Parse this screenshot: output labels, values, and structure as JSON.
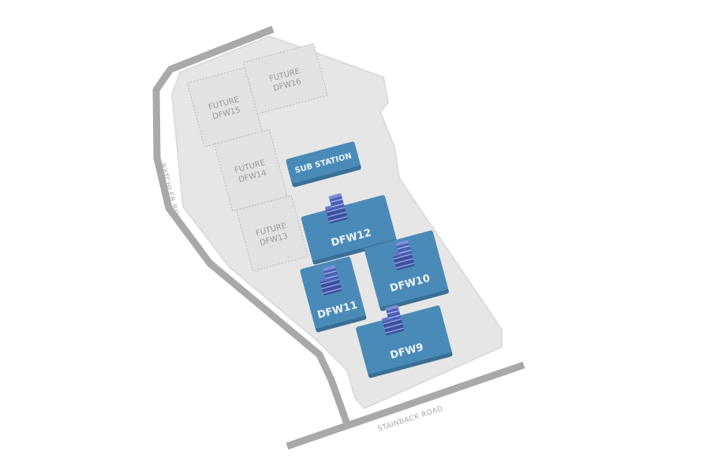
{
  "roads": {
    "west": "BATCHLER ROAD",
    "south": "STAINBACK ROAD"
  },
  "future_buildings": [
    {
      "line1": "FUTURE",
      "line2": "DFW15"
    },
    {
      "line1": "FUTURE",
      "line2": "DFW16"
    },
    {
      "line1": "FUTURE",
      "line2": "DFW14"
    },
    {
      "line1": "FUTURE",
      "line2": "DFW13"
    }
  ],
  "substation": {
    "label": "SUB STATION"
  },
  "buildings": [
    {
      "label": "DFW12",
      "icon": "server-stack-icon"
    },
    {
      "label": "DFW11",
      "icon": "server-stack-icon"
    },
    {
      "label": "DFW10",
      "icon": "server-stack-icon"
    },
    {
      "label": "DFW9",
      "icon": "server-stack-icon"
    }
  ],
  "colors": {
    "campus": "#e6e6e6",
    "road": "#a9a9a9",
    "building": "#4a8ab8",
    "building_side": "#3a6f96",
    "server": "#4b5fb5"
  }
}
